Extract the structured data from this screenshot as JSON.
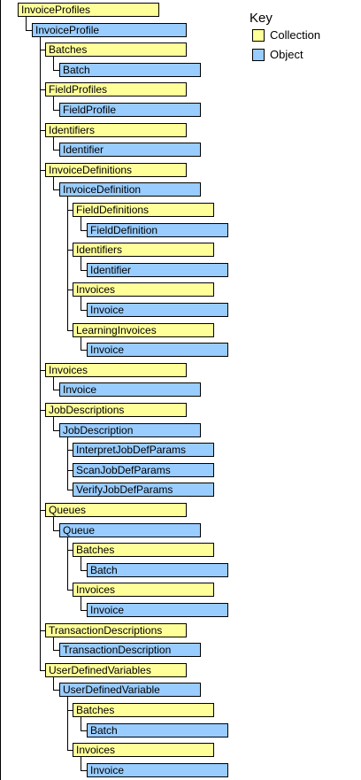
{
  "legend": {
    "title": "Key",
    "collection_label": "Collection",
    "object_label": "Object",
    "collection_color": "#ffff99",
    "object_color": "#99ccff"
  },
  "tree": [
    {
      "label": "InvoiceProfiles",
      "type": "collection",
      "depth": 0
    },
    {
      "label": "InvoiceProfile",
      "type": "object",
      "depth": 1
    },
    {
      "label": "Batches",
      "type": "collection",
      "depth": 2
    },
    {
      "label": "Batch",
      "type": "object",
      "depth": 3
    },
    {
      "label": "FieldProfiles",
      "type": "collection",
      "depth": 2
    },
    {
      "label": "FieldProfile",
      "type": "object",
      "depth": 3
    },
    {
      "label": "Identifiers",
      "type": "collection",
      "depth": 2
    },
    {
      "label": "Identifier",
      "type": "object",
      "depth": 3
    },
    {
      "label": "InvoiceDefinitions",
      "type": "collection",
      "depth": 2
    },
    {
      "label": "InvoiceDefinition",
      "type": "object",
      "depth": 3
    },
    {
      "label": "FieldDefinitions",
      "type": "collection",
      "depth": 4
    },
    {
      "label": "FieldDefinition",
      "type": "object",
      "depth": 5
    },
    {
      "label": "Identifiers",
      "type": "collection",
      "depth": 4
    },
    {
      "label": "Identifier",
      "type": "object",
      "depth": 5
    },
    {
      "label": "Invoices",
      "type": "collection",
      "depth": 4
    },
    {
      "label": "Invoice",
      "type": "object",
      "depth": 5
    },
    {
      "label": "LearningInvoices",
      "type": "collection",
      "depth": 4
    },
    {
      "label": "Invoice",
      "type": "object",
      "depth": 5
    },
    {
      "label": "Invoices",
      "type": "collection",
      "depth": 2
    },
    {
      "label": "Invoice",
      "type": "object",
      "depth": 3
    },
    {
      "label": "JobDescriptions",
      "type": "collection",
      "depth": 2
    },
    {
      "label": "JobDescription",
      "type": "object",
      "depth": 3
    },
    {
      "label": "InterpretJobDefParams",
      "type": "object",
      "depth": 4
    },
    {
      "label": "ScanJobDefParams",
      "type": "object",
      "depth": 4
    },
    {
      "label": "VerifyJobDefParams",
      "type": "object",
      "depth": 4
    },
    {
      "label": "Queues",
      "type": "collection",
      "depth": 2
    },
    {
      "label": "Queue",
      "type": "object",
      "depth": 3
    },
    {
      "label": "Batches",
      "type": "collection",
      "depth": 4
    },
    {
      "label": "Batch",
      "type": "object",
      "depth": 5
    },
    {
      "label": "Invoices",
      "type": "collection",
      "depth": 4
    },
    {
      "label": "Invoice",
      "type": "object",
      "depth": 5
    },
    {
      "label": "TransactionDescriptions",
      "type": "collection",
      "depth": 2
    },
    {
      "label": "TransactionDescription",
      "type": "object",
      "depth": 3
    },
    {
      "label": "UserDefinedVariables",
      "type": "collection",
      "depth": 2
    },
    {
      "label": "UserDefinedVariable",
      "type": "object",
      "depth": 3
    },
    {
      "label": "Batches",
      "type": "collection",
      "depth": 4
    },
    {
      "label": "Batch",
      "type": "object",
      "depth": 5
    },
    {
      "label": "Invoices",
      "type": "collection",
      "depth": 4
    },
    {
      "label": "Invoice",
      "type": "object",
      "depth": 5
    }
  ]
}
